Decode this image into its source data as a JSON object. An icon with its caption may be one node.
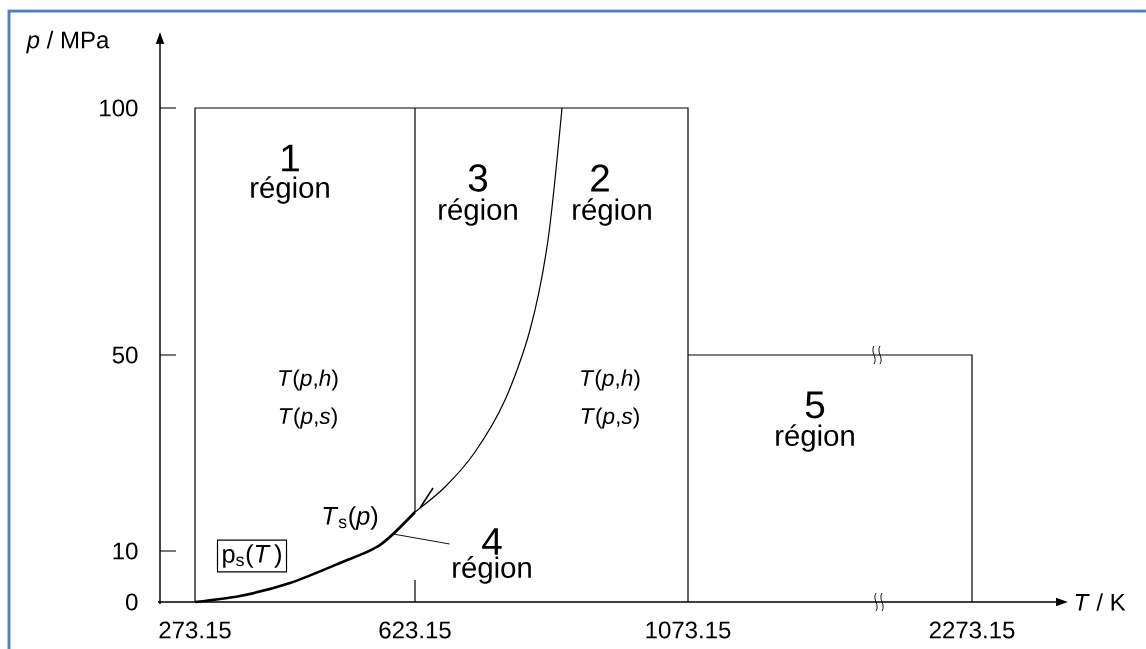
{
  "diagram": {
    "nodes": [
      {
        "text": [
          "p$_{s}$(*T*)"
        ]
      },
      {
        "text": [
          "4",
          "région"
        ]
      }
    ],
    "edges": [
      {
        "from": null,
        "to": 1,
        "arrow": "none"
      }
    ],
    "labels": [
      "*p* / MPa",
      "100",
      "50",
      "10",
      "0",
      "273.15",
      "623.15",
      "1073.15",
      "2273.15",
      "*T* / K",
      "1",
      "région",
      "3",
      "région",
      "2",
      "région",
      "*T*(*p*,*h*)",
      "*T*(*p*,*s*)",
      "*T*(*p*,*h*)",
      "*T*(*p*,*s*)",
      "5",
      "région",
      "*T*$_{s}$(*p*)"
    ]
  }
}
